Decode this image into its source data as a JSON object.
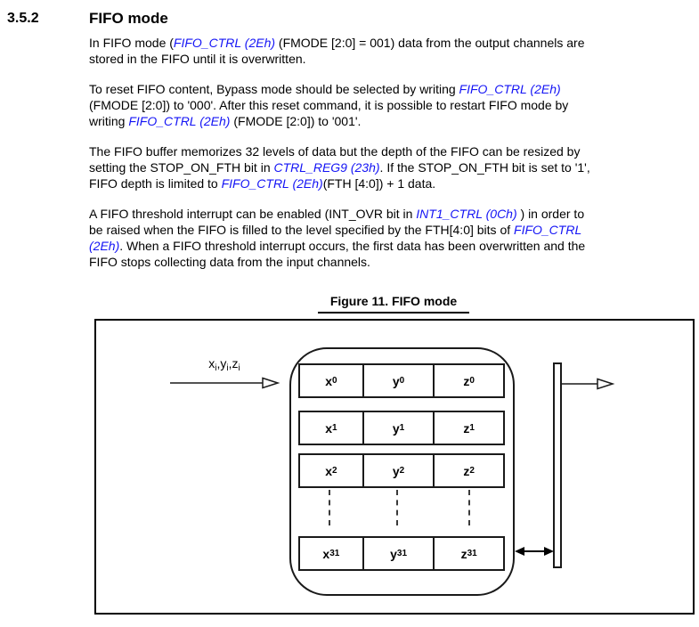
{
  "section": {
    "number": "3.5.2",
    "title": "FIFO mode"
  },
  "colors": {
    "link": "#1414f5",
    "line": "#1a1a1a"
  },
  "paragraphs": [
    {
      "runs": [
        {
          "t": "In FIFO mode ("
        },
        {
          "t": "FIFO_CTRL (2Eh)",
          "link": true
        },
        {
          "t": " (FMODE [2:0] = 001) data from the output channels are\nstored in the FIFO until it is overwritten."
        }
      ]
    },
    {
      "runs": [
        {
          "t": "To reset FIFO content, Bypass mode should be selected by writing "
        },
        {
          "t": "FIFO_CTRL (2Eh)",
          "link": true
        },
        {
          "t": "\n(FMODE [2:0]) to '000'. After this reset command, it is possible to restart FIFO mode by\nwriting "
        },
        {
          "t": "FIFO_CTRL (2Eh)",
          "link": true
        },
        {
          "t": " (FMODE [2:0]) to '001'."
        }
      ]
    },
    {
      "runs": [
        {
          "t": "The FIFO buffer memorizes 32 levels of data but the depth of the FIFO can be resized by\nsetting the STOP_ON_FTH bit in "
        },
        {
          "t": "CTRL_REG9 (23h)",
          "link": true
        },
        {
          "t": ". If the STOP_ON_FTH bit is set to '1',\nFIFO depth is limited to "
        },
        {
          "t": "FIFO_CTRL (2Eh)",
          "link": true
        },
        {
          "t": "(FTH [4:0]) + 1 data."
        }
      ]
    },
    {
      "runs": [
        {
          "t": "A FIFO threshold interrupt can be enabled (INT_OVR bit in "
        },
        {
          "t": "INT1_CTRL (0Ch)",
          "link": true
        },
        {
          "t": " ) in order to\nbe raised when the FIFO is filled to the level specified by the FTH[4:0] bits of "
        },
        {
          "t": "FIFO_CTRL\n(2Eh)",
          "link": true
        },
        {
          "t": ". When a FIFO threshold interrupt occurs, the first data has been overwritten and the\nFIFO stops collecting data from the input channels."
        }
      ]
    }
  ],
  "figure": {
    "caption": "Figure 11. FIFO mode",
    "input_label": [
      {
        "b": "x",
        "s": "i"
      },
      {
        "b": ",y",
        "s": "i"
      },
      {
        "b": ",z",
        "s": "i"
      }
    ],
    "rows": [
      {
        "cells": [
          {
            "b": "x",
            "s": "0"
          },
          {
            "b": "y",
            "s": "0"
          },
          {
            "b": "z",
            "s": "0"
          }
        ]
      },
      {
        "cells": [
          {
            "b": "x",
            "s": "1"
          },
          {
            "b": "y",
            "s": "1"
          },
          {
            "b": "z",
            "s": "1"
          }
        ]
      },
      {
        "cells": [
          {
            "b": "x",
            "s": "2"
          },
          {
            "b": "y",
            "s": "2"
          },
          {
            "b": "z",
            "s": "2"
          }
        ]
      },
      {
        "cells": [
          {
            "b": "x",
            "s": "31"
          },
          {
            "b": "y",
            "s": "31"
          },
          {
            "b": "z",
            "s": "31"
          }
        ]
      }
    ]
  }
}
